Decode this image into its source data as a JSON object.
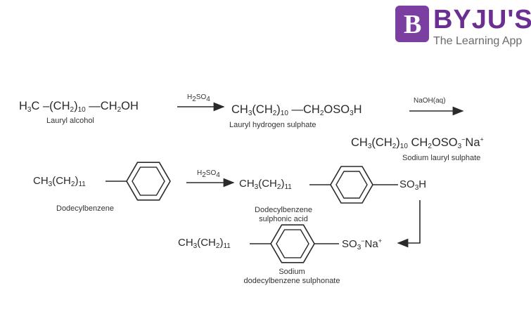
{
  "brand": {
    "name": "BYJU'S",
    "logo_letter": "B",
    "tagline": "The Learning App",
    "color": "#6b2f91"
  },
  "row1": {
    "lauryl_alcohol": {
      "formula_pre": "H",
      "s1": "3",
      "mid": "C –(CH",
      "s2": "2",
      "mid2": ")",
      "s3": "10",
      "end": " —CH",
      "s4": "2",
      "end2": "OH",
      "label": "Lauryl alcohol"
    },
    "reagent1": {
      "text": "H",
      "s1": "2",
      "mid": "SO",
      "s2": "4"
    },
    "lauryl_hydrogen_sulphate": {
      "a": "CH",
      "s1": "3",
      "b": "(CH",
      "s2": "2",
      "c": ")",
      "s3": "10",
      "d": " —CH",
      "s4": "2",
      "e": "OSO",
      "s5": "3",
      "f": "H",
      "label": "Lauryl hydrogen sulphate"
    },
    "reagent2": "NaOH(aq)",
    "sodium_lauryl_sulphate": {
      "a": "CH",
      "s1": "3",
      "b": "(CH",
      "s2": "2",
      "c": ")",
      "s3": "10",
      "d": " CH",
      "s4": "2",
      "e": "OSO",
      "s5": "3",
      "sup1": "−",
      "f": "Na",
      "sup2": "+",
      "label": "Sodium lauryl sulphate"
    }
  },
  "row2": {
    "dodecylbenzene": {
      "a": "CH",
      "s1": "3",
      "b": "(CH",
      "s2": "2",
      "c": ")",
      "s3": "11",
      "label": "Dodecylbenzene"
    },
    "reagent3": {
      "text": "H",
      "s1": "2",
      "mid": "SO",
      "s2": "4"
    },
    "dodecylbenzene_sulphonic_acid": {
      "a": "CH",
      "s1": "3",
      "b": "(CH",
      "s2": "2",
      "c": ")",
      "s3": "11",
      "group": "SO",
      "gs": "3",
      "gend": "H",
      "label_line1": "Dodecylbenzene",
      "label_line2": "sulphonic acid"
    }
  },
  "row3": {
    "sodium_dodecylbenzene_sulphonate": {
      "a": "CH",
      "s1": "3",
      "b": "(CH",
      "s2": "2",
      "c": ")",
      "s3": "11",
      "group": "SO",
      "gs": "3",
      "gend": "Na",
      "sup_minus": "−",
      "sup_plus": "+",
      "label_line1": "Sodium",
      "label_line2": "dodecylbenzene sulphonate"
    }
  }
}
